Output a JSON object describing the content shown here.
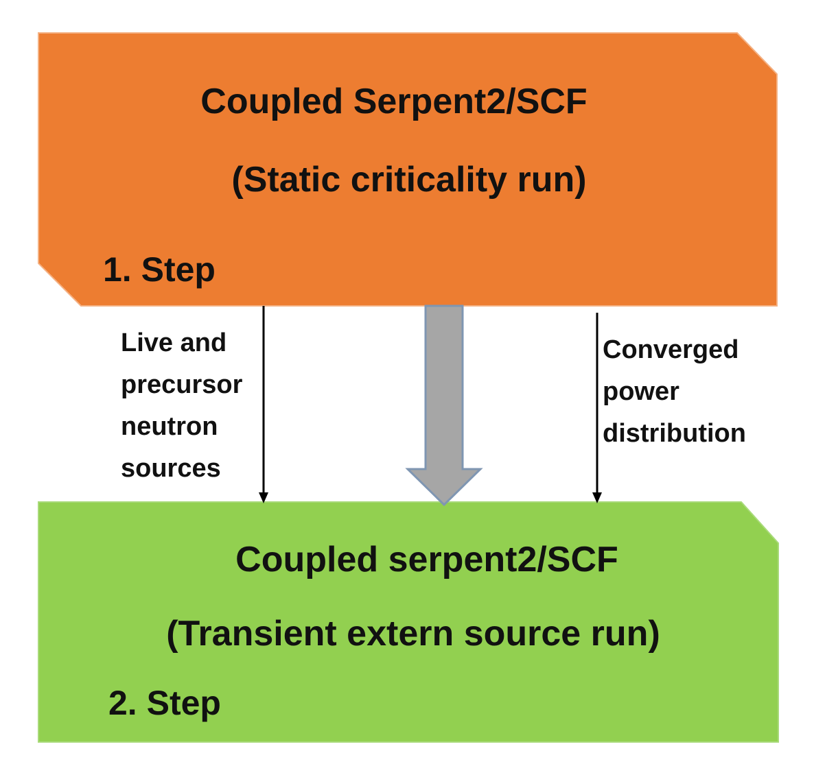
{
  "step1": {
    "title": "Coupled Serpent2/SCF",
    "subtitle": "(Static criticality run)",
    "label": "1. Step",
    "color": "#ED7D31"
  },
  "step2": {
    "title": "Coupled serpent2/SCF",
    "subtitle": "(Transient extern source run)",
    "label": "2. Step",
    "color": "#92D050"
  },
  "left_transfer": {
    "lines": [
      "Live and",
      "precursor",
      "neutron",
      "sources"
    ]
  },
  "right_transfer": {
    "lines": [
      "Converged",
      "power",
      "distribution"
    ]
  },
  "main_arrow": {
    "fill": "#A6A6A6",
    "stroke": "#7F96B2"
  }
}
